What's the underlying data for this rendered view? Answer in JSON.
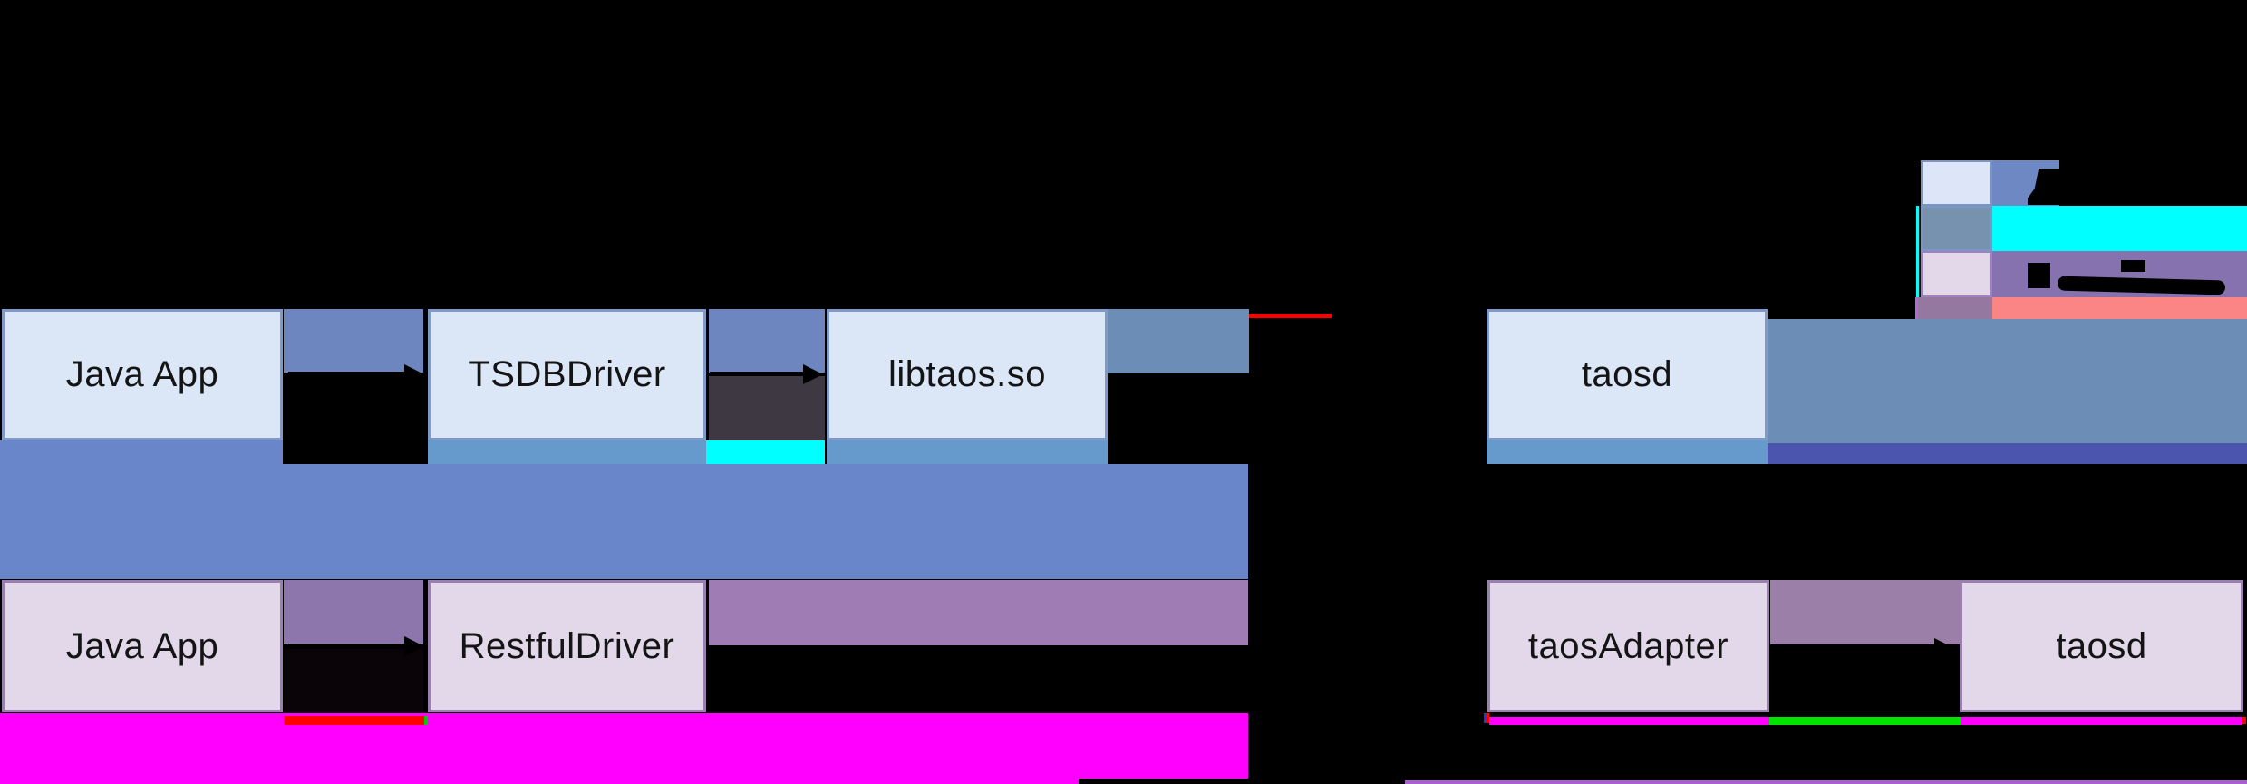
{
  "jni_flow": {
    "nodes": [
      {
        "label": "Java App"
      },
      {
        "label": "TSDBDriver"
      },
      {
        "label": "libtaos.so"
      },
      {
        "label": "taosd"
      }
    ]
  },
  "restful_flow": {
    "nodes": [
      {
        "label": "Java App"
      },
      {
        "label": "RestfulDriver"
      },
      {
        "label": "taosAdapter"
      },
      {
        "label": "taosd"
      }
    ]
  },
  "legend": {
    "items": [
      {
        "swatch_color": "#dce6f8",
        "band_color": "#6e88c3",
        "label": ""
      },
      {
        "swatch_color": "#7692ae",
        "band_color": "#00ffff",
        "label": ""
      },
      {
        "swatch_color": "#e2d8ea",
        "band_color": "#8672ae",
        "label": ""
      }
    ]
  },
  "colors": {
    "background": "#000000",
    "jni_box_fill": "#dbe6f7",
    "jni_box_border": "#7f99c8",
    "rest_box_fill": "#e2d8ea",
    "rest_box_border": "#9a80ae",
    "cornflower_band": "#6886c9",
    "gap_band_blue": "#6e86c0",
    "steel_band": "#6b8db6",
    "cerulean_strip": "#6699cc",
    "indigo_band": "#4c55ae",
    "mauve_band": "#8d76ab",
    "purple_band": "#a07cb4",
    "cyan_stripe": "#00ffff",
    "magenta_band": "#ff00ff",
    "red_stripe": "#fe0000",
    "green_stripe": "#00e400",
    "salmon_strip": "#fb8585",
    "violet_line": "#a85fd0"
  }
}
